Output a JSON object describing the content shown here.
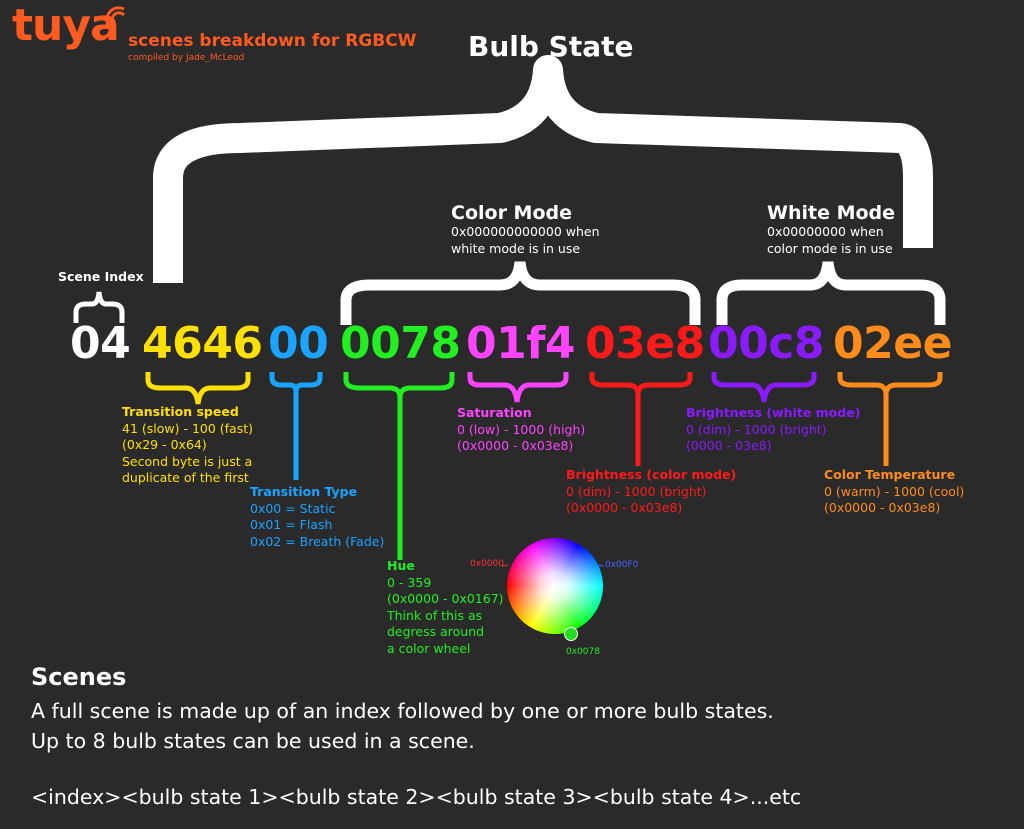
{
  "logo": "tuya",
  "subtitle": "scenes breakdown for RGBCW",
  "credit": "compiled by Jade_McLeod",
  "bulb_state_title": "Bulb State",
  "color_mode": {
    "title": "Color Mode",
    "line1": "0x000000000000 when",
    "line2": "white mode is in use"
  },
  "white_mode": {
    "title": "White Mode",
    "line1": "0x00000000 when",
    "line2": "color mode is in use"
  },
  "scene_index_label": "Scene Index",
  "hex": {
    "index": "04",
    "speed": "4646",
    "type": "00",
    "hue": "0078",
    "sat": "01f4",
    "bright": "03e8",
    "wbright": "00c8",
    "temp": "02ee"
  },
  "colors": {
    "index": "#ffffff",
    "speed": "#ffe000",
    "type": "#1aa3ff",
    "hue": "#22ee22",
    "sat": "#ff44ff",
    "bright": "#ff1a1a",
    "wbright": "#8a1aff",
    "temp": "#ff8c1a",
    "brand": "#ff5a1f"
  },
  "transition_speed": {
    "title": "Transition speed",
    "lines": [
      "41 (slow) - 100 (fast)",
      "(0x29 - 0x64)",
      "Second byte is just a",
      "duplicate of the first"
    ]
  },
  "transition_type": {
    "title": "Transition Type",
    "lines": [
      "0x00 = Static",
      "0x01 = Flash",
      "0x02 = Breath (Fade)"
    ]
  },
  "hue": {
    "title": "Hue",
    "lines": [
      "0 - 359",
      "(0x0000 - 0x0167)",
      "Think of this as",
      "degress around",
      "a color wheel"
    ]
  },
  "saturation": {
    "title": "Saturation",
    "lines": [
      "0 (low) - 1000 (high)",
      "(0x0000 - 0x03e8)"
    ]
  },
  "brightness_color": {
    "title": "Brightness (color mode)",
    "lines": [
      "0 (dim) - 1000 (bright)",
      "(0x0000 - 0x03e8)"
    ]
  },
  "brightness_white": {
    "title": "Brightness (white mode)",
    "lines": [
      "0 (dim) - 1000 (bright)",
      "(0000 - 03e8)"
    ]
  },
  "color_temp": {
    "title": "Color Temperature",
    "lines": [
      "0 (warm) - 1000 (cool)",
      "(0x0000 - 0x03e8)"
    ]
  },
  "wheel": {
    "label_red": "0x0000",
    "label_blue": "0x00F0",
    "label_green": "0x0078"
  },
  "scenes": {
    "title": "Scenes",
    "line1": "A full scene is made up of an index followed by one or more bulb states.",
    "line2": "Up to 8 bulb states can be used in a scene.",
    "line3": "<index><bulb state 1><bulb state 2><bulb state 3><bulb state 4>...etc"
  }
}
